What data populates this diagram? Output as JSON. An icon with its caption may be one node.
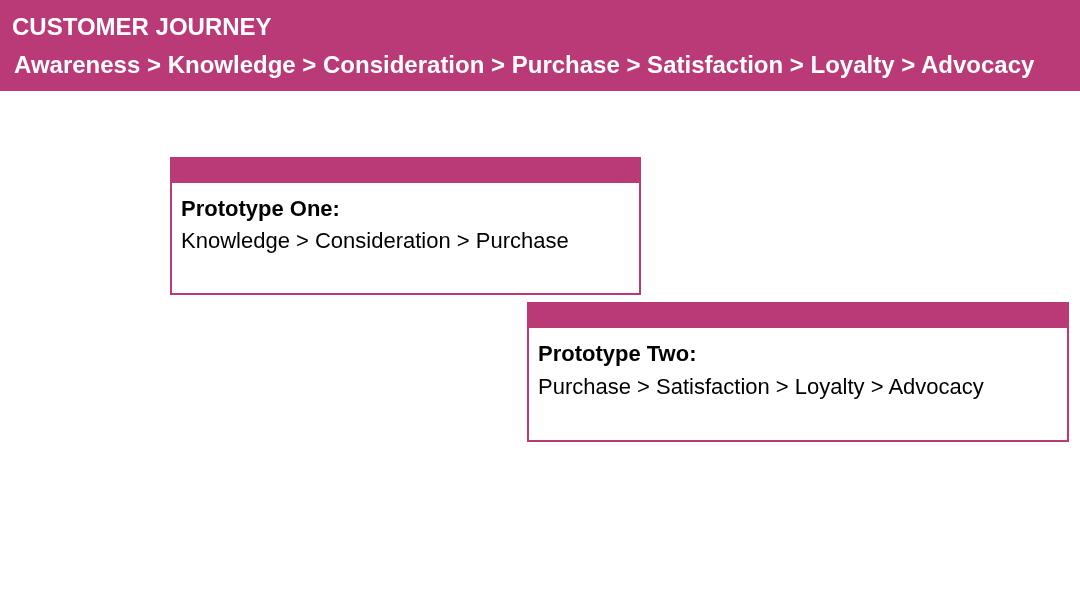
{
  "diagram": {
    "title": "CUSTOMER JOURNEY",
    "nodes": [
      {
        "text": [
          "Prototype One:",
          "Knowledge > Consideration > Purchase"
        ]
      },
      {
        "text": [
          "Prototype Two:",
          "Purchase > Satisfaction > Loyalty > Advocacy"
        ]
      }
    ],
    "labels": [
      "Awareness > Knowledge > Consideration > Purchase > Satisfaction > Loyalty > Advocacy"
    ]
  }
}
